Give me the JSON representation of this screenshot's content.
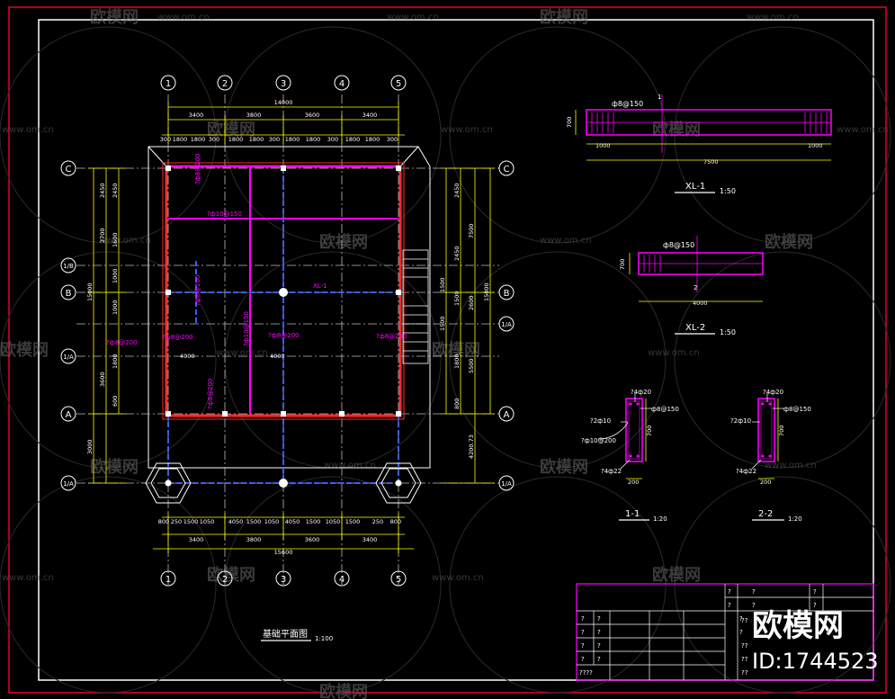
{
  "drawing": {
    "title": "基础平面图",
    "title_scale": "1:100",
    "colors": {
      "frame": "#e8002a",
      "axis": "#ffffff",
      "dim": "#ffff00",
      "beam": "#ff00ff",
      "wall": "#ff2a2a",
      "footing": "#3a5cff",
      "cyan": "#00e0e0"
    }
  },
  "grid": {
    "columns": [
      "1",
      "2",
      "3",
      "4",
      "5"
    ],
    "rows": [
      "C",
      "B",
      "A"
    ],
    "half_rows": [
      "1/B",
      "1/A",
      "1/A"
    ],
    "top_total": "14000",
    "top_spans": [
      "3400",
      "3800",
      "3600",
      "3400"
    ],
    "top_sub": [
      "300",
      "1800",
      "1800",
      "300",
      "1800",
      "1800",
      "300",
      "1800",
      "1800",
      "300",
      "1800",
      "1800",
      "300"
    ],
    "bottom_total": "15600",
    "bottom_spans": [
      "3400",
      "3800",
      "3600",
      "3400"
    ],
    "bottom_sub": [
      "800",
      "250",
      "1500",
      "1050",
      "4050",
      "1500",
      "1050",
      "4050",
      "1500",
      "1050",
      "1500",
      "250",
      "800"
    ],
    "left_total": "15000",
    "left_dims": [
      "2450",
      "2450",
      "1600",
      "1000",
      "2700",
      "1000",
      "3600",
      "1800",
      "600",
      "3000"
    ],
    "right_total": "15000",
    "right_dims": [
      "2450",
      "7500",
      "2450",
      "1500",
      "1500",
      "2600",
      "1500",
      "5500",
      "1800",
      "800",
      "4200.73"
    ]
  },
  "labels": {
    "beam_xl1": "XL-1",
    "reb1": "?ф10@150",
    "reb2": "?ф8@200",
    "reb3": "?ф10@150",
    "reb4": "?ф8@200",
    "reb5": "?ф8@200",
    "reb6": "?ф8@200",
    "reb7": "?ф8@200",
    "reb8": "?ф8@200",
    "reb9": "?ф8@200",
    "dim4000": "4000",
    "dim4000b": "4000"
  },
  "details": {
    "xl1": {
      "title": "XL-1",
      "scale": "1:50",
      "rebar": "ф8@150",
      "h": "700",
      "d1": "1000",
      "d2": "1000",
      "total": "7500",
      "mark": "1"
    },
    "xl2": {
      "title": "XL-2",
      "scale": "1:50",
      "rebar": "ф8@150",
      "h": "700",
      "span": "4000",
      "mark": "2"
    },
    "s11": {
      "title": "1-1",
      "scale": "1:20",
      "r1": "?4ф20",
      "r2": "?2ф10",
      "r3": "?ф10@200",
      "r4": "ф8@150",
      "r5": "?4ф22",
      "h": "700",
      "w": "200"
    },
    "s22": {
      "title": "2-2",
      "scale": "1:20",
      "r1": "?4ф20",
      "r2": "?2ф10",
      "r4": "ф8@150",
      "r5": "?4ф22",
      "h": "700",
      "w": "200"
    }
  },
  "title_block": {
    "cells": [
      "?",
      "?",
      "?",
      "?",
      "?",
      "?",
      "?",
      "?",
      "?",
      "?",
      "?",
      "?",
      "?",
      "?",
      "?",
      "?",
      "????",
      "??",
      "??",
      "??",
      "??"
    ]
  },
  "watermark": {
    "brand": "欧模网",
    "url": "www.om.cn",
    "id": "ID:1744523"
  }
}
